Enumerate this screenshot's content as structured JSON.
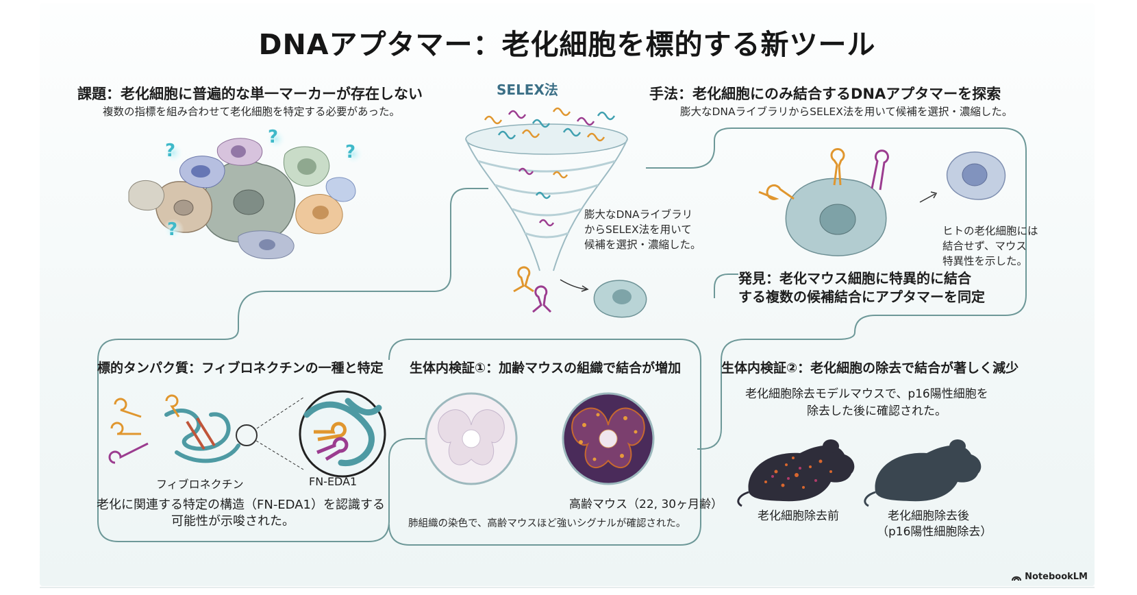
{
  "title": "DNAアプタマー：老化細胞を標的する新ツール",
  "challenge": {
    "heading": "課題：老化細胞に普遍的な単一マーカーが存在しない",
    "sub": "複数の指標を組み合わせて老化細胞を特定する必要があった。"
  },
  "selex": {
    "label": "SELEX法",
    "note": [
      "膨大なDNAライブラリ",
      "からSELEX法を用いて",
      "候補を選択・濃縮した。"
    ]
  },
  "method": {
    "heading": "手法：老化細胞にのみ結合するDNAアプタマーを探索",
    "sub": "膨大なDNAライブラリからSELEX法を用いて候補を選択・濃縮した。"
  },
  "discovery": {
    "heading": [
      "発見：老化マウス細胞に特異的に結合",
      "する複数の候補結合にアプタマーを同定"
    ],
    "note": [
      "ヒトの老化細胞には",
      "結合せず、マウス",
      "特異性を示した。"
    ]
  },
  "target": {
    "heading": "標的タンパク質：フィブロネクチンの一種と特定",
    "protein_label": "フィブロネクチン",
    "zoom_label": "FN-EDA1",
    "desc": [
      "老化に関連する特定の構造（FN-EDA1）を認識する",
      "可能性が示唆された。"
    ]
  },
  "invivo1": {
    "heading": "生体内検証①：加齢マウスの組織で結合が増加",
    "old_label": "高齢マウス（22, 30ヶ月齢）",
    "desc": "肺組織の染色で、高齢マウスほど強いシグナルが確認された。"
  },
  "invivo2": {
    "heading": "生体内検証②：老化細胞の除去で結合が著しく減少",
    "sub": [
      "老化細胞除去モデルマウスで、p16陽性細胞を",
      "除去した後に確認された。"
    ],
    "before_label": "老化細胞除去前",
    "after_label": [
      "老化細胞除去後",
      "（p16陽性細胞除去）"
    ]
  },
  "brand": "NotebookLM",
  "icons": [
    "question-icon",
    "arrow-icon",
    "notebooklm-logo-icon"
  ],
  "colors": {
    "connector": "#5f8f8f",
    "aptamer_orange": "#e0962e",
    "aptamer_purple": "#9b3c8f",
    "protein_teal": "#4e9aa3",
    "cell_body": "#a9c9cd",
    "question": "#3fb9c9"
  }
}
